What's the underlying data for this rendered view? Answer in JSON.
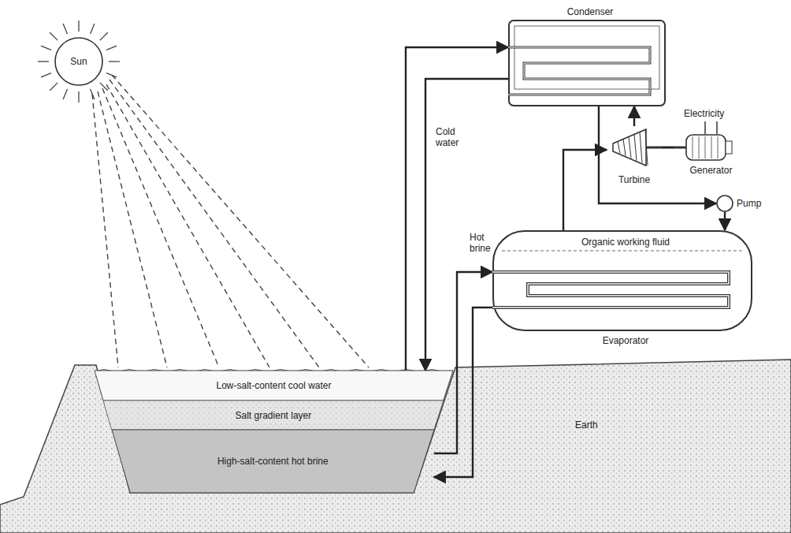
{
  "diagram": {
    "nodes": [
      {
        "text": [
          "Sun"
        ]
      },
      {
        "text": [
          "Condenser"
        ]
      },
      {
        "text": [
          "Turbine"
        ]
      },
      {
        "text": [
          "Generator"
        ]
      },
      {
        "text": [
          "Pump"
        ]
      },
      {
        "text": [
          "Organic working fluid",
          "Evaporator"
        ]
      },
      {
        "text": [
          "Low-salt-content cool water"
        ]
      },
      {
        "text": [
          "Salt gradient layer"
        ]
      },
      {
        "text": [
          "High-salt-content hot brine"
        ]
      }
    ],
    "edges": [
      {
        "from": 6,
        "to": 1,
        "arrow": "to"
      },
      {
        "from": 1,
        "to": 6,
        "arrow": "to"
      },
      {
        "from": 8,
        "to": 5,
        "arrow": "to"
      },
      {
        "from": 5,
        "to": 8,
        "arrow": "to"
      },
      {
        "from": 5,
        "to": 2,
        "arrow": "to"
      },
      {
        "from": 2,
        "to": 1,
        "arrow": "to"
      },
      {
        "from": 1,
        "to": 4,
        "arrow": "to"
      },
      {
        "from": 4,
        "to": 5,
        "arrow": "to"
      },
      {
        "from": 2,
        "to": 3,
        "arrow": "none"
      }
    ],
    "labels": [
      "Cold water",
      "Hot brine",
      "Electricity",
      "Earth"
    ]
  }
}
